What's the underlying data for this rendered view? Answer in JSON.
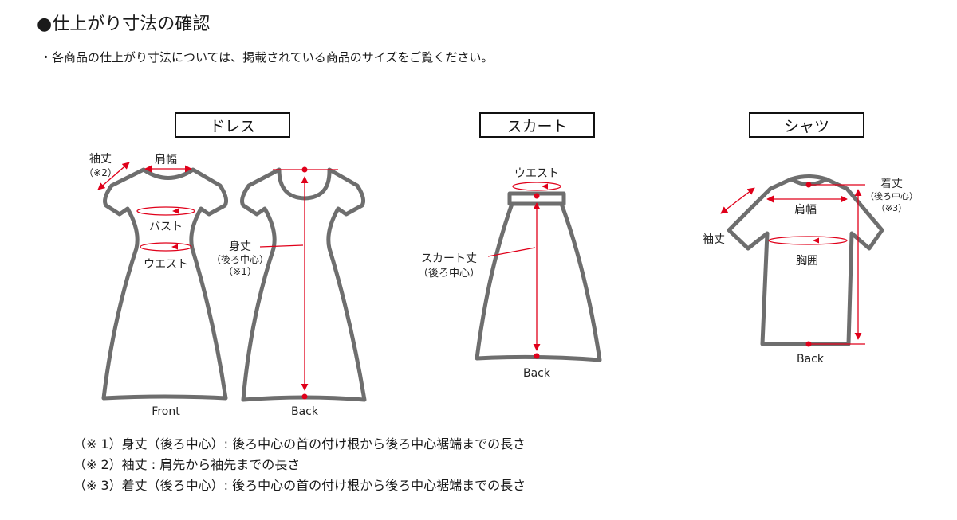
{
  "header": {
    "title": "●仕上がり寸法の確認",
    "subtitle": "・各商品の仕上がり寸法については、掲載されている商品のサイズをご覧ください。"
  },
  "garments": {
    "dress": {
      "label": "ドレス",
      "sleeve_length": "袖丈",
      "sleeve_note": "（※2）",
      "shoulder_width": "肩幅",
      "bust": "バスト",
      "waist": "ウエスト",
      "body_length": "身丈",
      "body_length_sub": "（後ろ中心）",
      "body_length_note": "（※1）",
      "front_caption": "Front",
      "back_caption": "Back"
    },
    "skirt": {
      "label": "スカート",
      "waist": "ウエスト",
      "skirt_length": "スカート丈",
      "skirt_length_sub": "（後ろ中心）",
      "back_caption": "Back"
    },
    "shirt": {
      "label": "シャツ",
      "length": "着丈",
      "length_sub": "（後ろ中心）",
      "length_note": "（※3）",
      "shoulder_width": "肩幅",
      "chest": "胸囲",
      "sleeve_length": "袖丈",
      "back_caption": "Back"
    }
  },
  "notes": [
    "（※ 1）身丈（後ろ中心）: 後ろ中心の首の付け根から後ろ中心裾端までの長さ",
    "（※ 2）袖丈 : 肩先から袖先までの長さ",
    "（※ 3）着丈（後ろ中心）: 後ろ中心の首の付け根から後ろ中心裾端までの長さ"
  ],
  "colors": {
    "outline": "#6e6e6e",
    "measure": "#e0001a",
    "text": "#1a1a1a"
  }
}
